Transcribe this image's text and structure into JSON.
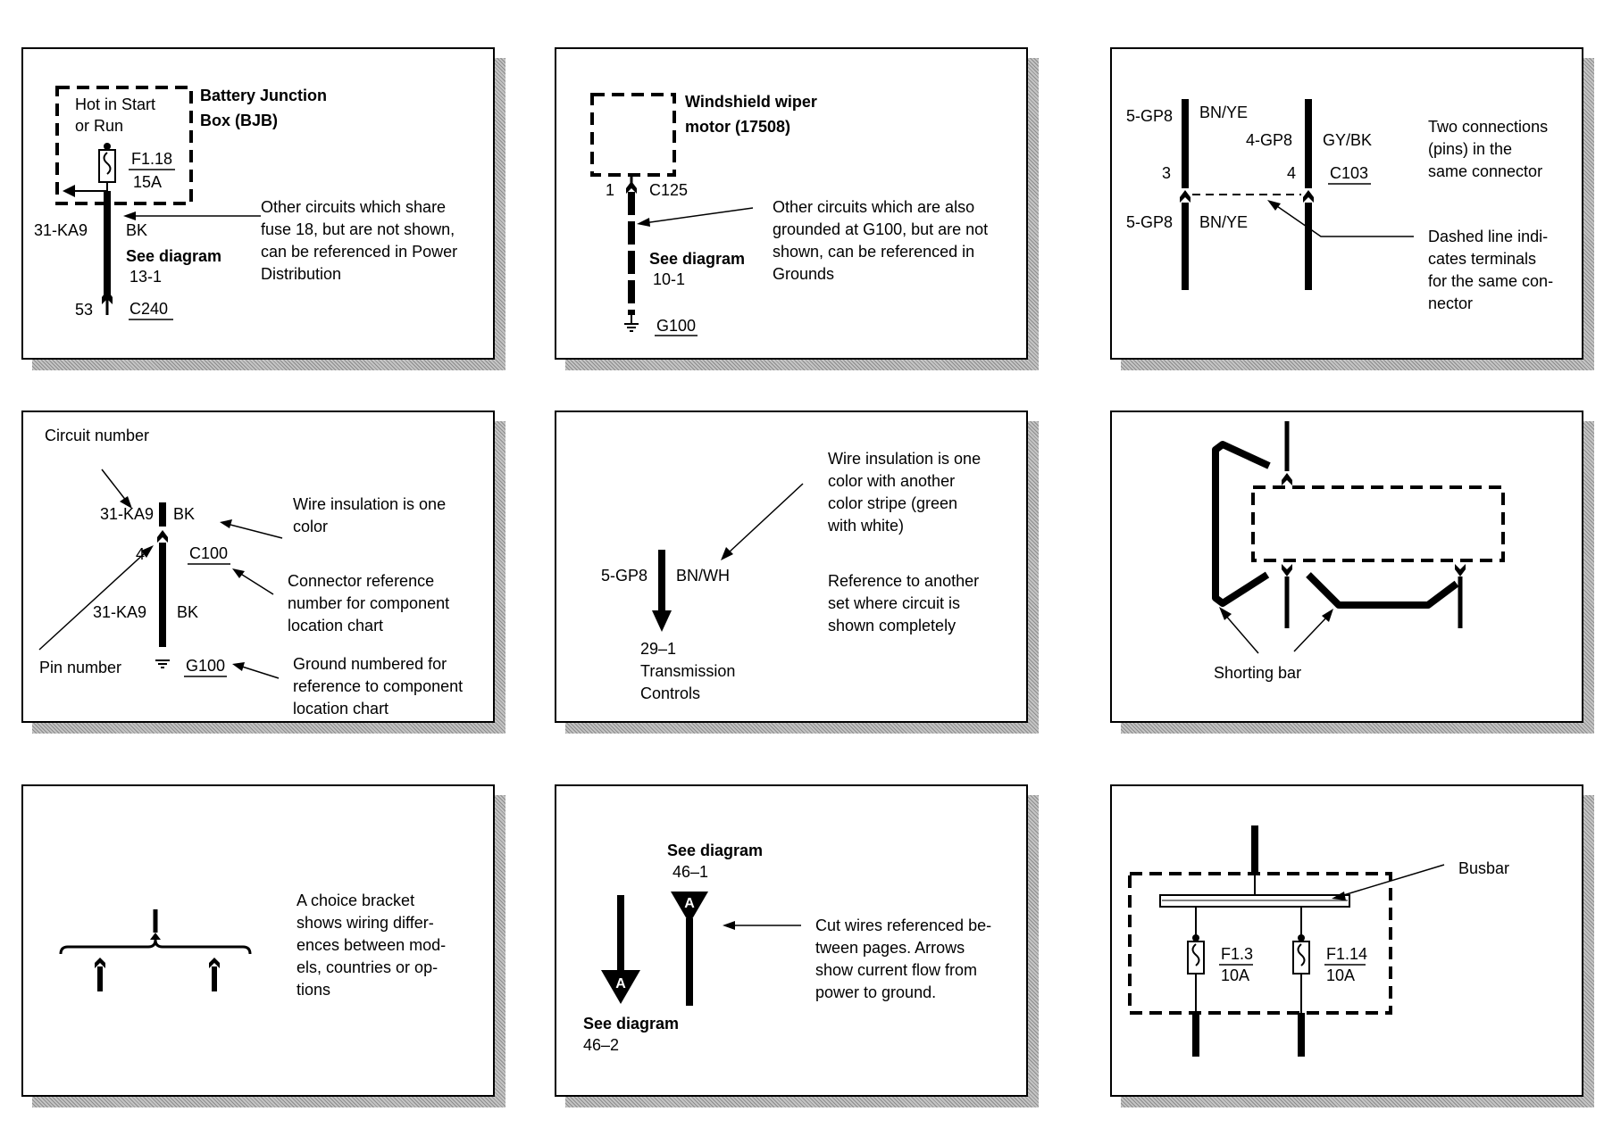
{
  "p1": {
    "hot_l1": "Hot in Start",
    "hot_l2": "or Run",
    "bjb_l1": "Battery Junction",
    "bjb_l2": "Box (BJB)",
    "fuse": "F1.18",
    "amp": "15A",
    "circuit": "31-KA9",
    "color": "BK",
    "see_diagram": "See diagram",
    "diag_ref": "13-1",
    "pin": "53",
    "connector": "C240",
    "note": [
      "Other circuits which share",
      "fuse 18, but are not shown,",
      "can be referenced in Power",
      "Distribution"
    ]
  },
  "p2": {
    "motor_l1": "Windshield wiper",
    "motor_l2": "motor (17508)",
    "pin": "1",
    "connector": "C125",
    "see_diagram": "See diagram",
    "diag_ref": "10-1",
    "ground": "G100",
    "note": [
      "Other circuits which are also",
      "grounded at G100, but are not",
      "shown, can be referenced in",
      "Grounds"
    ]
  },
  "p3": {
    "c1_top": "5-GP8",
    "c1_top_color": "BN/YE",
    "c2": "4-GP8",
    "c2_color": "GY/BK",
    "pin_left": "3",
    "pin_right": "4",
    "connector": "C103",
    "c1_bottom": "5-GP8",
    "c1_bottom_color": "BN/YE",
    "note1": [
      "Two connections",
      "(pins) in the",
      "same connector"
    ],
    "note2": [
      "Dashed line indi-",
      "cates terminals",
      "for the same con-",
      "nector"
    ]
  },
  "p4": {
    "circuit_number": "Circuit number",
    "circuit_top": "31-KA9",
    "color_top": "BK",
    "pin": "4",
    "connector": "C100",
    "circuit_bottom": "31-KA9",
    "color_bottom": "BK",
    "pin_number": "Pin number",
    "ground": "G100",
    "note1": [
      "Wire insulation is one",
      "color"
    ],
    "note2": [
      "Connector reference",
      "number for component",
      "location chart"
    ],
    "note3": [
      "Ground numbered for",
      "reference to component",
      "location chart"
    ]
  },
  "p5": {
    "circuit": "5-GP8",
    "color": "BN/WH",
    "diag_ref": "29–1",
    "dest_l1": "Transmission",
    "dest_l2": "Controls",
    "note1": [
      "Wire insulation is one",
      "color with another",
      "color stripe (green",
      "with white)"
    ],
    "note2": [
      "Reference to another",
      "set where circuit is",
      "shown completely"
    ]
  },
  "p6": {
    "label": "Shorting bar"
  },
  "p7": {
    "note": [
      "A choice bracket",
      "shows wiring differ-",
      "ences between mod-",
      "els, countries or op-",
      "tions"
    ]
  },
  "p8": {
    "see1": "See diagram",
    "ref1": "46–1",
    "see2": "See diagram",
    "ref2": "46–2",
    "tri_label_up": "A",
    "tri_label_down": "A",
    "note": [
      "Cut wires referenced be-",
      "tween pages. Arrows",
      "show current flow from",
      "power to ground."
    ]
  },
  "p9": {
    "busbar": "Busbar",
    "f1": "F1.3",
    "f1_amp": "10A",
    "f2": "F1.14",
    "f2_amp": "10A"
  }
}
